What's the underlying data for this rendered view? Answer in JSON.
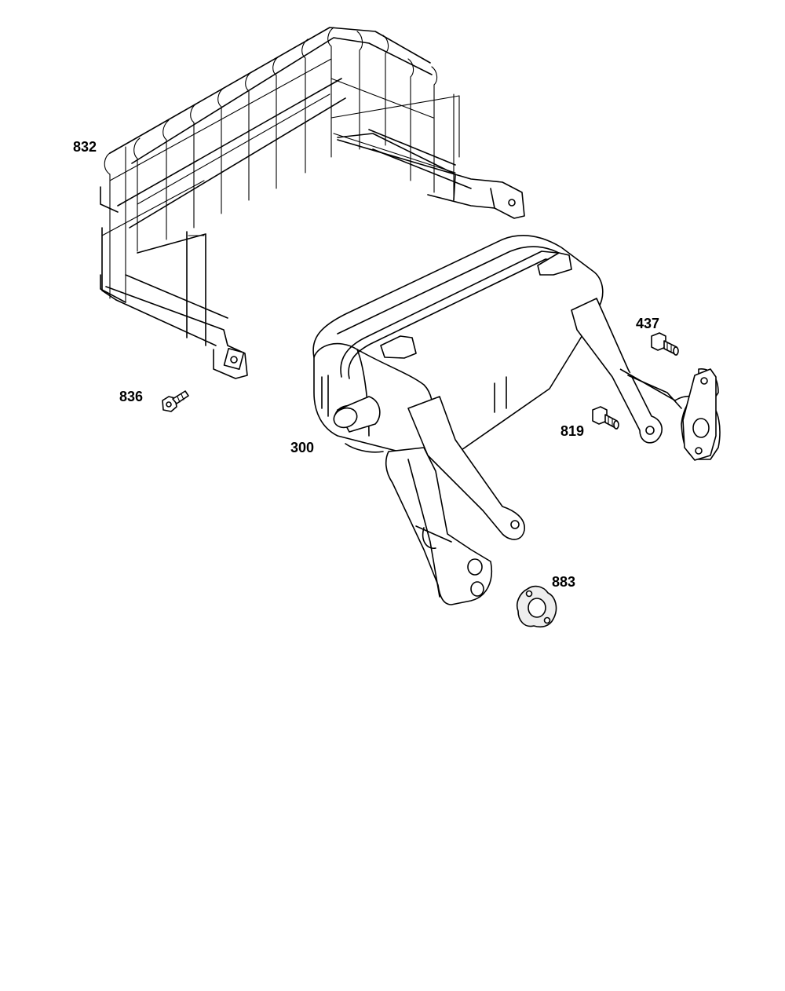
{
  "callouts": {
    "guard": "832",
    "screw": "836",
    "muffler": "300",
    "bolt_upper": "437",
    "bolt_lower": "819",
    "gasket": "883"
  }
}
